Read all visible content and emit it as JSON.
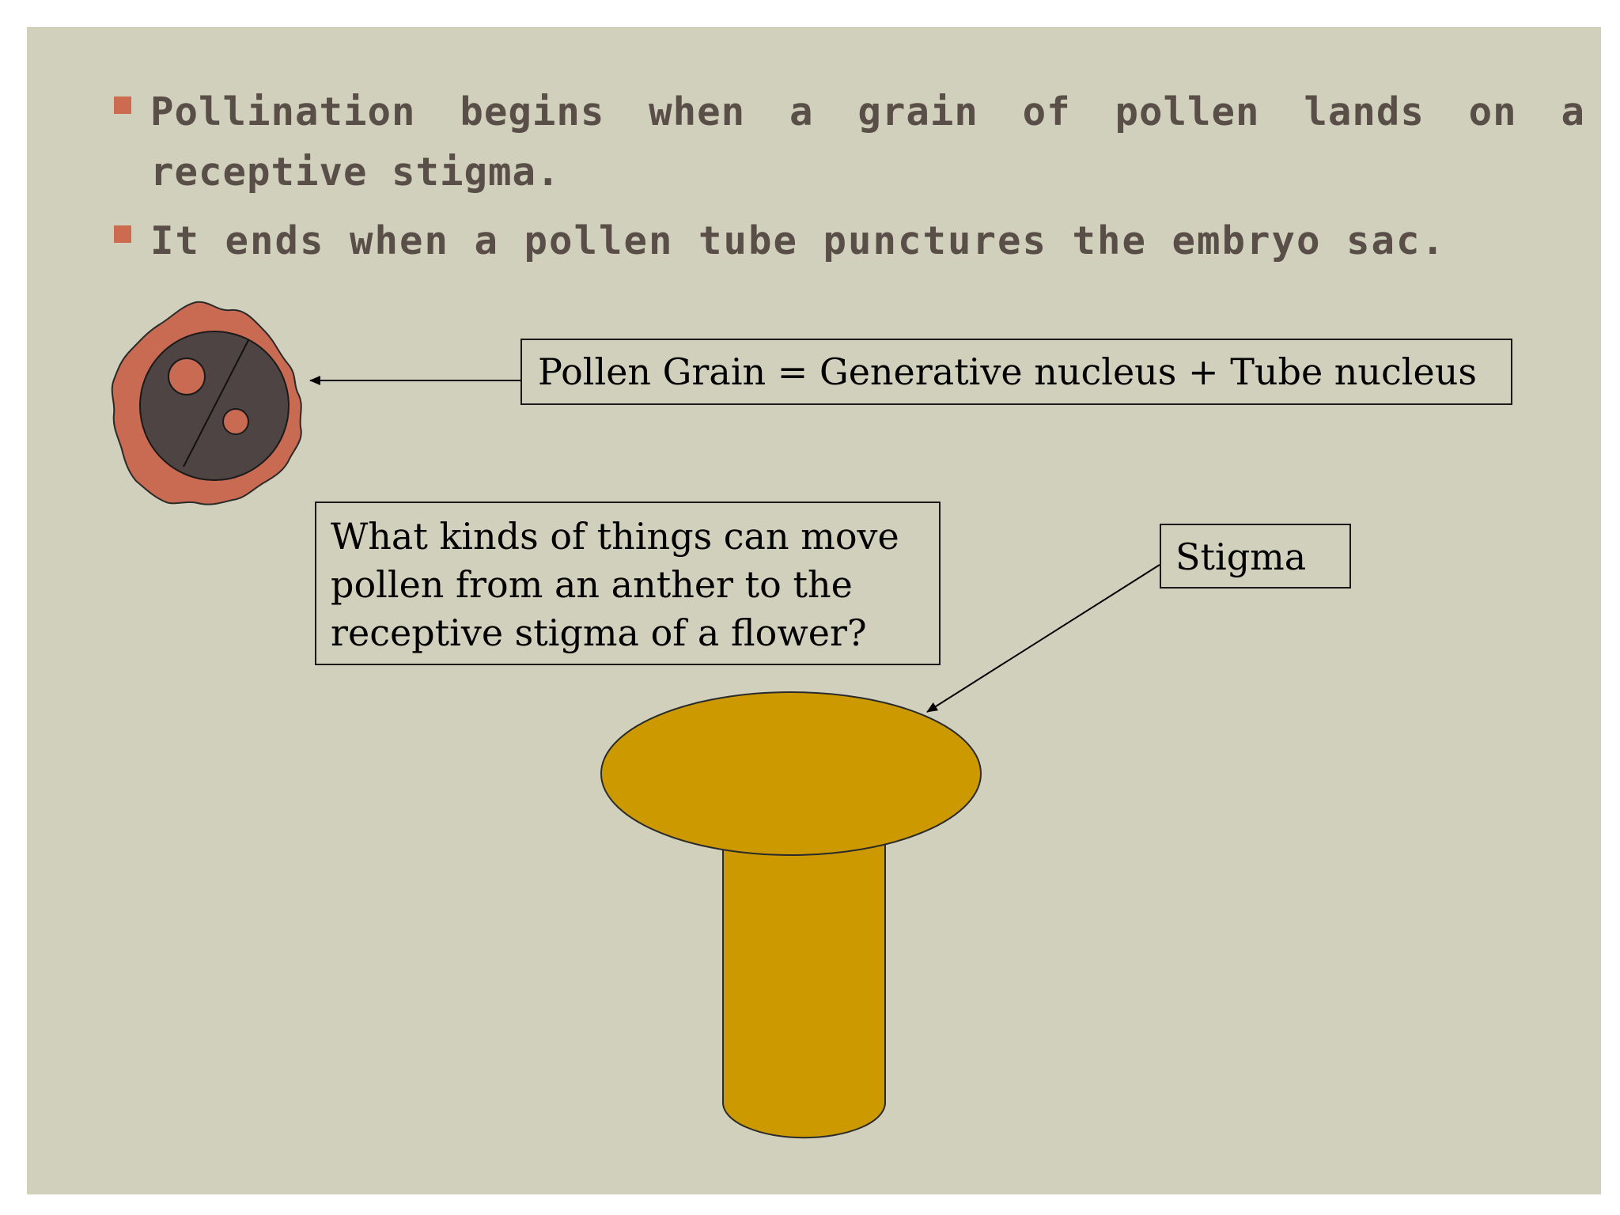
{
  "bullets": [
    {
      "text": "Pollination begins when a grain of pollen lands on a receptive stigma."
    },
    {
      "text": "It ends when a pollen tube punctures the embryo sac."
    }
  ],
  "diagram": {
    "pollen_label": "Pollen Grain = Generative nucleus + Tube nucleus",
    "question": "What kinds of things can move pollen from an anther to the receptive stigma of a flower?",
    "stigma_label": "Stigma"
  },
  "colors": {
    "slide_background": "#d0d0bc",
    "bullet_marker": "#cc6b50",
    "bullet_text": "#5a4e48",
    "pollen_wall": "#c96a52",
    "pollen_core": "#4f4444",
    "stigma_fill": "#cc9a00"
  }
}
